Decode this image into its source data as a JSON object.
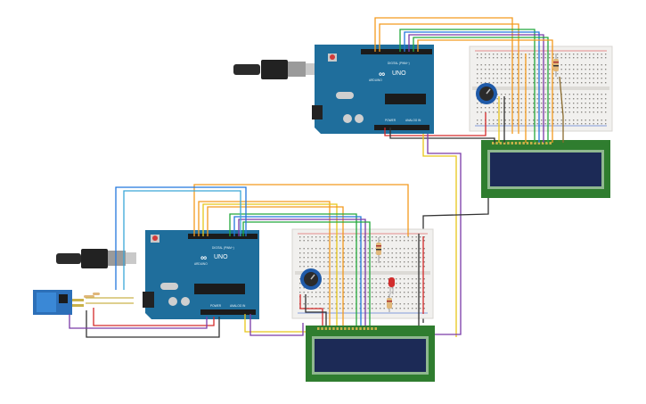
{
  "boards": {
    "top": {
      "brand": "ARDUINO",
      "model": "UNO",
      "digital": "DIGITAL (PWM~)",
      "power": "POWER",
      "analog": "ANALOG IN"
    },
    "bottom": {
      "brand": "ARDUINO",
      "model": "UNO",
      "digital": "DIGITAL (PWM~)",
      "power": "POWER",
      "analog": "ANALOG IN"
    }
  },
  "colors": {
    "board": "#1f6e9c",
    "board_dark": "#175a82",
    "breadboard": "#f1f0ee",
    "lcd_pcb": "#2f7d2f",
    "lcd_screen": "#1c2a56",
    "wire_orange": "#f39a1e",
    "wire_yellow": "#e8c619",
    "wire_green": "#22a83c",
    "wire_blue": "#2277dd",
    "wire_purple": "#7a3aa8",
    "wire_teal": "#3aa7d8",
    "wire_red": "#d42a2a",
    "wire_black": "#333333"
  },
  "components": [
    "usb-cable",
    "arduino-uno",
    "breadboard",
    "potentiometer",
    "lcd-16x2",
    "resistor",
    "led",
    "esp8266-module"
  ]
}
